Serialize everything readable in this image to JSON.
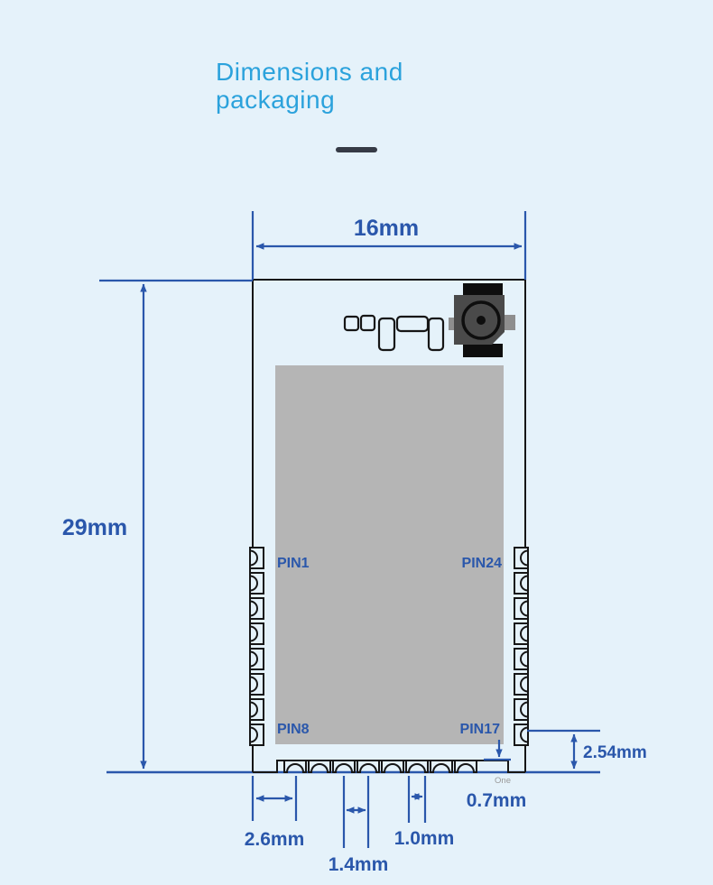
{
  "title": {
    "line1": "Dimensions and",
    "line2": "packaging"
  },
  "module": {
    "pin_labels": {
      "pin1": "PIN1",
      "pin8": "PIN8",
      "pin17": "PIN17",
      "pin24": "PIN24"
    }
  },
  "dims": {
    "width": "16mm",
    "height": "29mm",
    "side_pin_pitch": "2.54mm",
    "pad_stub": "0.7mm",
    "pad_stub_note": "One",
    "edge_to_pad": "2.6mm",
    "bottom_pitch": "1.4mm",
    "pad_width": "1.0mm"
  },
  "colors": {
    "background": "#e5f2fa",
    "title_blue": "#2ba2dc",
    "dimension_blue": "#2a57ab",
    "shield_gray": "#b5b5b5",
    "connector_body_gray": "#4a4a4a",
    "outline_black": "#161616"
  }
}
